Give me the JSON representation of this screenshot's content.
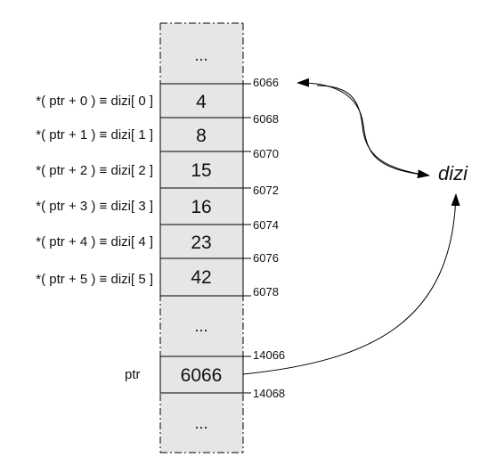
{
  "memory": {
    "top_dots": "...",
    "cells": [
      {
        "value": "4",
        "label": "*( ptr + 0 ) ≡ dizi[ 0 ]"
      },
      {
        "value": "8",
        "label": "*( ptr + 1 ) ≡ dizi[ 1 ]"
      },
      {
        "value": "15",
        "label": "*( ptr + 2 ) ≡ dizi[ 2 ]"
      },
      {
        "value": "16",
        "label": "*( ptr + 3 ) ≡ dizi[ 3 ]"
      },
      {
        "value": "23",
        "label": "*( ptr + 4 ) ≡ dizi[ 4 ]"
      },
      {
        "value": "42",
        "label": "*( ptr + 5 ) ≡ dizi[ 5 ]"
      }
    ],
    "addresses": [
      "6066",
      "6068",
      "6070",
      "6072",
      "6074",
      "6076",
      "6078"
    ],
    "mid_dots": "...",
    "ptr": {
      "label": "ptr",
      "value": "6066",
      "addr_top": "14066",
      "addr_bottom": "14068"
    },
    "bottom_dots": "..."
  },
  "array_name": "dizi",
  "colors": {
    "cell_fill": "#e6e6e6",
    "line": "#000000",
    "background": "#ffffff"
  }
}
